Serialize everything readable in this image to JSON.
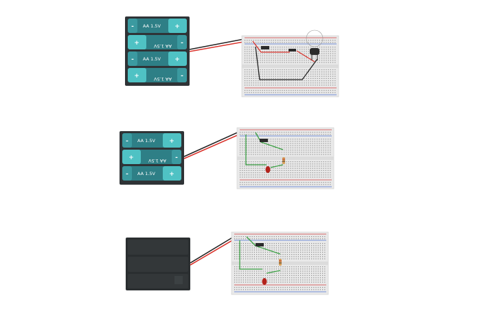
{
  "circuits": [
    {
      "name": "circuit-4aa-potentiometer",
      "battery": {
        "cells": [
          {
            "label": "AA 1.5V",
            "flipped": false
          },
          {
            "label": "AA 1.5V",
            "flipped": true
          },
          {
            "label": "AA 1.5V",
            "flipped": false
          },
          {
            "label": "AA 1.5V",
            "flipped": true
          }
        ],
        "plus_sign": "+",
        "minus_sign": "-",
        "style": "teal"
      },
      "components": [
        "transistor",
        "resistor",
        "potentiometer"
      ]
    },
    {
      "name": "circuit-3aa-led",
      "battery": {
        "cells": [
          {
            "label": "AA 1.5V",
            "flipped": false
          },
          {
            "label": "AA 1.5V",
            "flipped": true
          },
          {
            "label": "AA 1.5V",
            "flipped": false
          }
        ],
        "plus_sign": "+",
        "minus_sign": "-",
        "style": "teal"
      },
      "components": [
        "transistor",
        "resistor",
        "led"
      ]
    },
    {
      "name": "circuit-battery-box-led",
      "battery": {
        "cells": [
          {
            "label": "",
            "flipped": false
          },
          {
            "label": "",
            "flipped": true
          },
          {
            "label": "",
            "flipped": false
          }
        ],
        "plus_sign": "",
        "minus_sign": "",
        "style": "closed-box"
      },
      "components": [
        "transistor",
        "resistor",
        "led"
      ]
    }
  ],
  "colors": {
    "battery_case": "#2f3336",
    "cell_body": "#2e7f86",
    "cell_cap": "#4fc2c4",
    "breadboard": "#e9e9e9",
    "rail_red": "#d23a3a",
    "rail_blue": "#4a6fd0",
    "wire_red": "#d9322b",
    "wire_black": "#222222",
    "wire_green": "#3aa043",
    "led_red": "#b3221b",
    "transistor": "#2b2b2b"
  }
}
